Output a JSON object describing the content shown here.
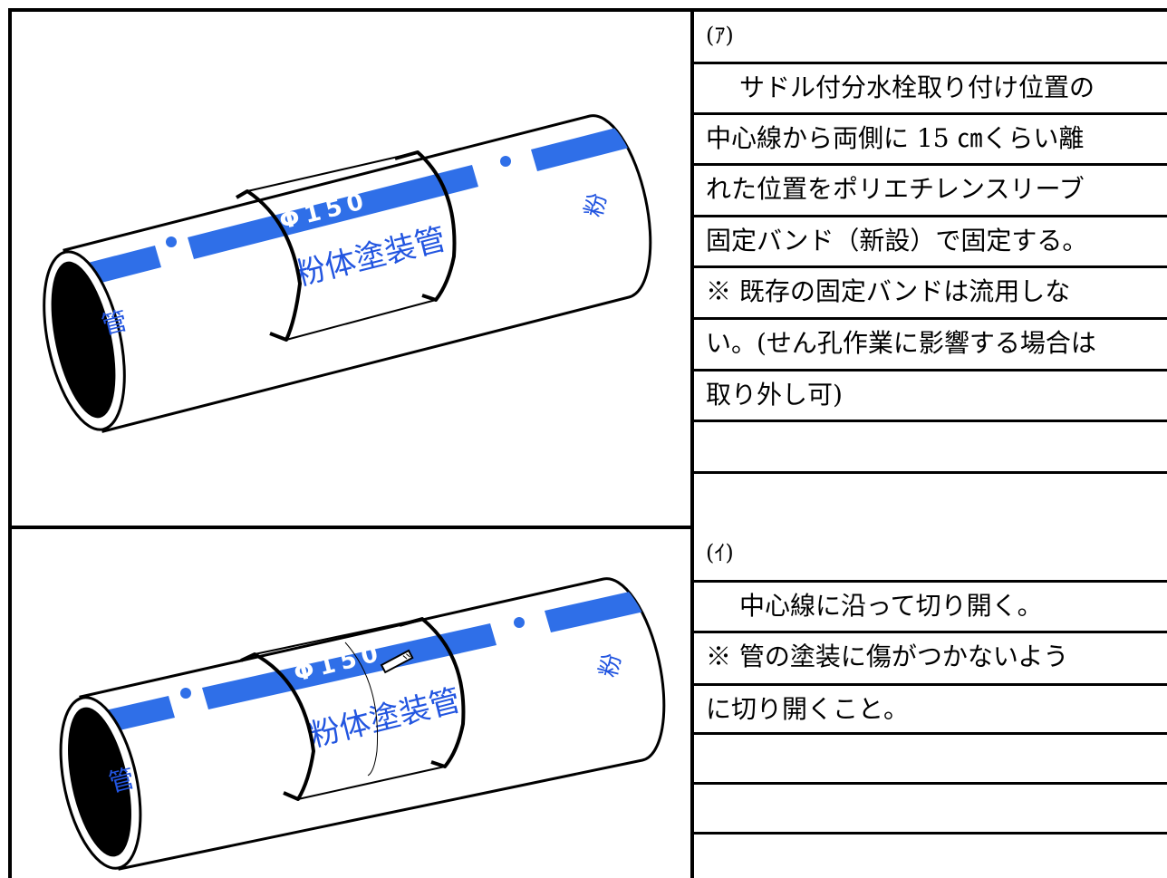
{
  "sections": [
    {
      "label": "(ｱ)",
      "lines": [
        "サドル付分水栓取り付け位置の",
        "中心線から両側に 15 ㎝くらい離",
        "れた位置をポリエチレンスリーブ",
        "固定バンド（新設）で固定する。",
        "※ 既存の固定バンドは流用しな",
        "い。(せん孔作業に影響する場合は",
        "取り外し可)",
        "",
        ""
      ]
    },
    {
      "label": "(ｲ)",
      "lines": [
        "中心線に沿って切り開く。",
        "※ 管の塗装に傷がつかないよう",
        "に切り開くこと。",
        "",
        "",
        ""
      ]
    }
  ],
  "pipe_labels": {
    "diameter": "Φ150",
    "coating": "粉体塗装管",
    "end_left": "管",
    "end_right": "粉"
  },
  "colors": {
    "stripe": "#2F6FE8",
    "label_text": "#2255E0",
    "border": "#000000",
    "background": "#FFFFFF"
  }
}
